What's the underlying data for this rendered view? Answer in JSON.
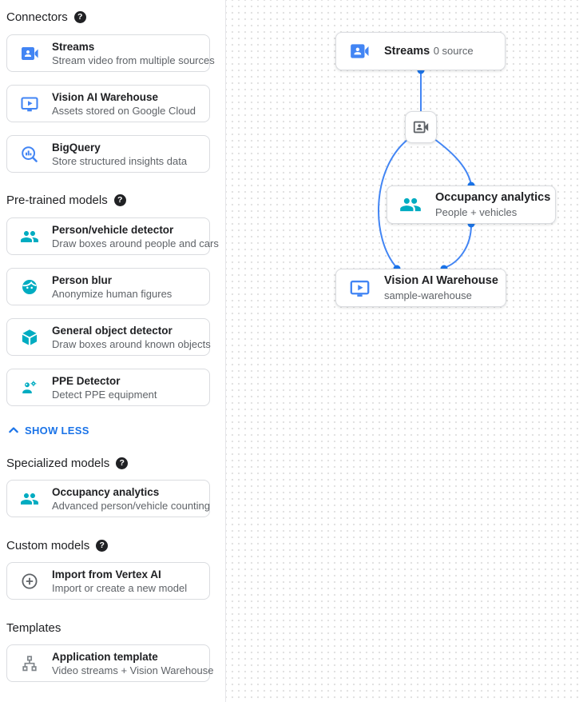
{
  "sidebar": {
    "sections": {
      "connectors": {
        "title": "Connectors",
        "items": [
          {
            "icon": "video-camera-icon",
            "title": "Streams",
            "subtitle": "Stream video from multiple sources"
          },
          {
            "icon": "smart-display-icon",
            "title": "Vision AI Warehouse",
            "subtitle": "Assets stored on Google Cloud"
          },
          {
            "icon": "bigquery-icon",
            "title": "BigQuery",
            "subtitle": "Store structured insights data"
          }
        ]
      },
      "pretrained": {
        "title": "Pre-trained models",
        "items": [
          {
            "icon": "people-icon",
            "title": "Person/vehicle detector",
            "subtitle": "Draw boxes around people and cars"
          },
          {
            "icon": "face-icon",
            "title": "Person blur",
            "subtitle": "Anonymize human figures"
          },
          {
            "icon": "cube-icon",
            "title": "General object detector",
            "subtitle": "Draw boxes around known objects"
          },
          {
            "icon": "ppe-icon",
            "title": "PPE Detector",
            "subtitle": "Detect PPE equipment"
          }
        ]
      },
      "specialized": {
        "title": "Specialized models",
        "items": [
          {
            "icon": "people-icon",
            "title": "Occupancy analytics",
            "subtitle": "Advanced person/vehicle counting"
          }
        ]
      },
      "custom": {
        "title": "Custom models",
        "items": [
          {
            "icon": "plus-circle-icon",
            "title": "Import from Vertex AI",
            "subtitle": "Import or create a new model"
          }
        ]
      },
      "templates": {
        "title": "Templates",
        "items": [
          {
            "icon": "tree-icon",
            "title": "Application template",
            "subtitle": "Video streams + Vision Warehouse"
          }
        ]
      }
    },
    "show_less_label": "SHOW LESS"
  },
  "canvas": {
    "nodes": {
      "streams": {
        "icon": "video-camera-icon",
        "title": "Streams",
        "subtitle": "0 source"
      },
      "mini": {
        "icon": "video-camera-icon"
      },
      "occupancy": {
        "icon": "people-icon",
        "title": "Occupancy analytics",
        "subtitle": "People + vehicles"
      },
      "warehouse": {
        "icon": "smart-display-icon",
        "title": "Vision AI Warehouse",
        "subtitle": "sample-warehouse"
      }
    }
  },
  "icons": [
    "help-icon",
    "chevron-up-icon",
    "video-camera-icon",
    "smart-display-icon",
    "bigquery-icon",
    "people-icon",
    "face-icon",
    "cube-icon",
    "ppe-icon",
    "plus-circle-icon",
    "tree-icon"
  ],
  "colors": {
    "blue_icon": "#4285f4",
    "teal_icon": "#00acc1",
    "gray_icon": "#5f6368",
    "link_blue": "#1a73e8",
    "edge_blue": "#4285f4",
    "endpoint_dot_blue": "#1a73e8",
    "card_border": "#dadce0",
    "title_text": "#202124",
    "subtitle_text": "#5f6368"
  }
}
